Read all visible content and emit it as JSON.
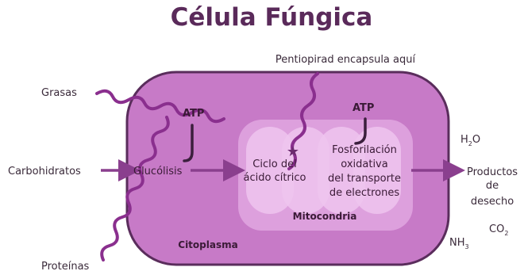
{
  "title": "Célula Fúngica",
  "labels": {
    "note": "Pentiopirad encapsula aquí",
    "grasas": "Grasas",
    "carbohidratos": "Carbohidratos",
    "proteinas": "Proteínas",
    "atp_left": "ATP",
    "atp_right": "ATP",
    "glucolisis": "Glucólisis",
    "ciclo_line1": "Ciclo del",
    "ciclo_line2": "ácido cítrico",
    "fosfo_line1": "Fosforilación",
    "fosfo_line2": "oxidativa",
    "fosfo_line3": "del transporte",
    "fosfo_line4": "de electrones",
    "mitocondria": "Mitocondria",
    "citoplasma": "Citoplasma",
    "productos_line1": "Productos",
    "productos_line2": "de",
    "productos_line3": "desecho",
    "h2o_main": "H",
    "h2o_sub": "2",
    "h2o_end": "O",
    "co2_main": "CO",
    "co2_sub": "2",
    "nh3_main": "NH",
    "nh3_sub": "3"
  },
  "colors": {
    "title": "#5a2a5a",
    "cell_fill": "#c77ac7",
    "cell_stroke": "#5a2d5c",
    "mito_outer": "#dda0dd",
    "mito_inner": "#eec4ee",
    "arrow": "#8a3f8e",
    "wavy": "#8a2f8e",
    "atp_stroke": "#3b1f3d"
  }
}
